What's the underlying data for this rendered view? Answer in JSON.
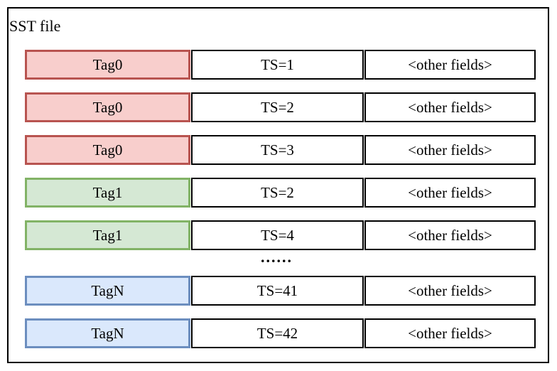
{
  "title": "SST file",
  "ellipsis": "......",
  "colors": {
    "cell_stroke": "#000000",
    "tag_red_fill": "#F8CECC",
    "tag_red_stroke": "#B85450",
    "tag_green_fill": "#D5E8D4",
    "tag_green_stroke": "#82B366",
    "tag_blue_fill": "#DAE8FC",
    "tag_blue_stroke": "#6C8EBF"
  },
  "rows": [
    {
      "tag": "Tag0",
      "ts": "TS=1",
      "other": "<other fields>",
      "color": "red"
    },
    {
      "tag": "Tag0",
      "ts": "TS=2",
      "other": "<other fields>",
      "color": "red"
    },
    {
      "tag": "Tag0",
      "ts": "TS=3",
      "other": "<other fields>",
      "color": "red"
    },
    {
      "tag": "Tag1",
      "ts": "TS=2",
      "other": "<other fields>",
      "color": "green"
    },
    {
      "tag": "Tag1",
      "ts": "TS=4",
      "other": "<other fields>",
      "color": "green"
    },
    {
      "tag": "TagN",
      "ts": "TS=41",
      "other": "<other fields>",
      "color": "blue"
    },
    {
      "tag": "TagN",
      "ts": "TS=42",
      "other": "<other fields>",
      "color": "blue"
    }
  ]
}
